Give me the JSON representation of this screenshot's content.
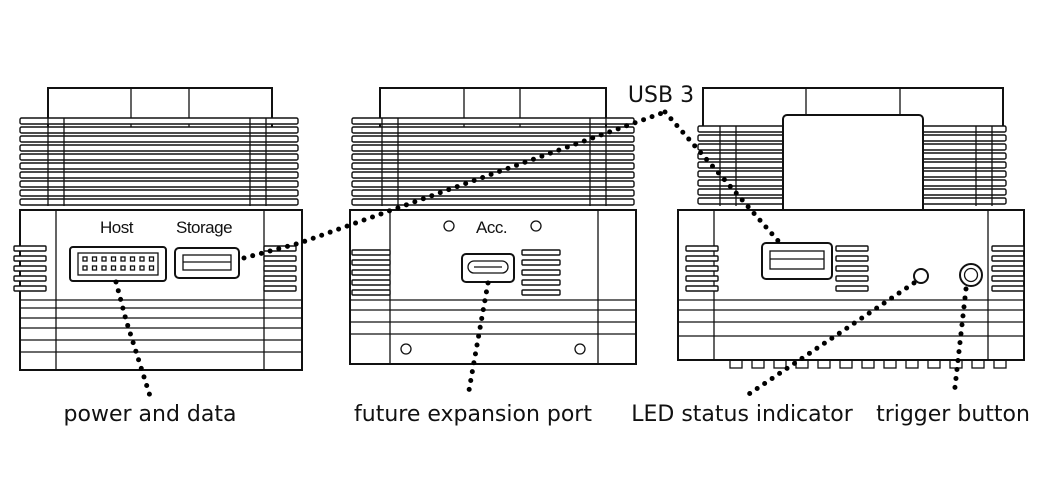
{
  "views": [
    {
      "id": "left",
      "port_labels": [
        "Host",
        "Storage"
      ]
    },
    {
      "id": "middle",
      "port_labels": [
        "Acc."
      ]
    },
    {
      "id": "right",
      "port_labels": []
    }
  ],
  "callouts": {
    "power_and_data": "power and data",
    "future_expansion_port": "future expansion port",
    "led_status_indicator": "LED status indicator",
    "trigger_button": "trigger button",
    "usb3": "USB 3"
  },
  "icons": [
    "host-connector-icon",
    "usb-a-port-icon",
    "usb-c-port-icon",
    "led-icon",
    "trigger-button-icon"
  ],
  "colors": {
    "line": "#111111",
    "background": "#ffffff"
  }
}
